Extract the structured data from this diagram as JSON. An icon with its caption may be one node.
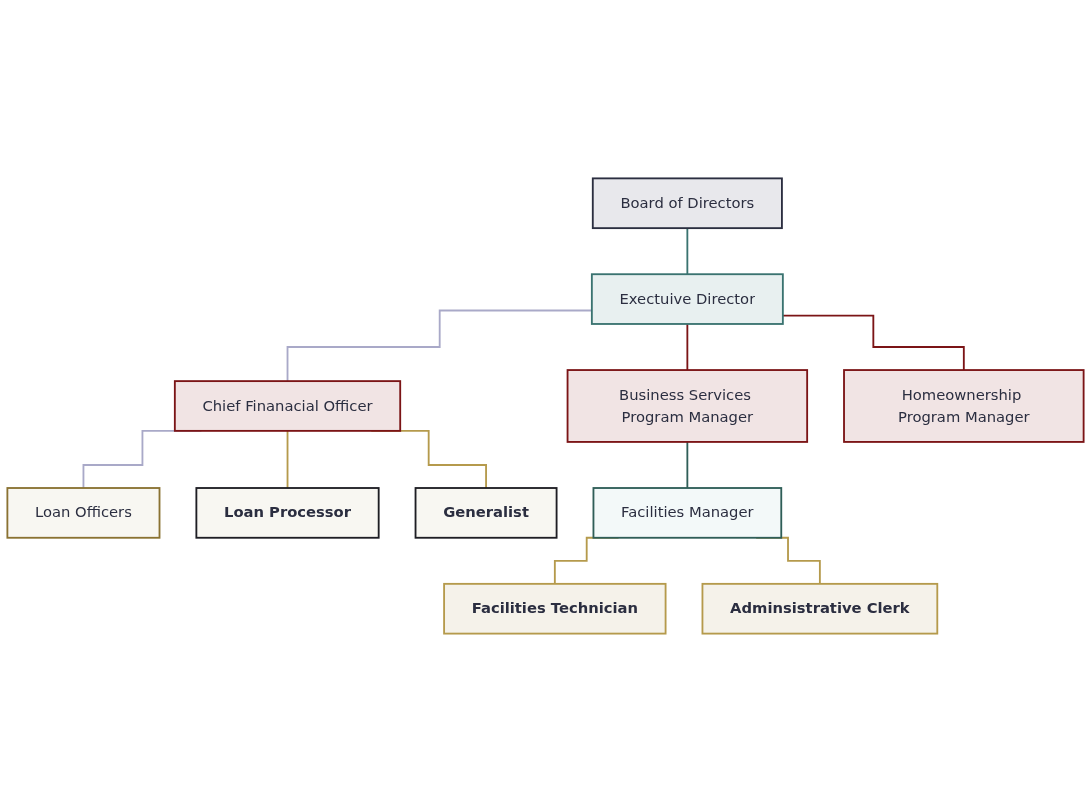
{
  "diagram": {
    "nodes": [
      {
        "text": [
          "Board of Directors"
        ]
      },
      {
        "text": [
          "Exectuive Director"
        ]
      },
      {
        "text": [
          "Chief Finanacial Officer"
        ]
      },
      {
        "text": [
          "Business Services Program Manager"
        ]
      },
      {
        "text": [
          "Homeownership Program Manager"
        ]
      },
      {
        "text": [
          "Loan Officers"
        ]
      },
      {
        "text": [
          "Loan Processor"
        ]
      },
      {
        "text": [
          "Generalist"
        ]
      },
      {
        "text": [
          "Facilities Manager"
        ]
      },
      {
        "text": [
          "Facilities Technician"
        ]
      },
      {
        "text": [
          "Adminsistrative Clerk"
        ]
      }
    ],
    "edges": [
      {
        "from": 0,
        "to": 1,
        "arrow": "none",
        "color": "#3a7370"
      },
      {
        "from": 1,
        "to": 2,
        "arrow": "none",
        "color": "#a9a9c8"
      },
      {
        "from": 1,
        "to": 3,
        "arrow": "none",
        "color": "#7b1416"
      },
      {
        "from": 1,
        "to": 4,
        "arrow": "none",
        "color": "#7b1416"
      },
      {
        "from": 2,
        "to": 5,
        "arrow": "none",
        "color": "#a9a9c8"
      },
      {
        "from": 2,
        "to": 6,
        "arrow": "none"
      },
      {
        "from": 2,
        "to": 7,
        "arrow": "none"
      },
      {
        "from": 3,
        "to": 8,
        "arrow": "none",
        "color": "#2f5e58"
      },
      {
        "from": 8,
        "to": 9,
        "arrow": "none"
      },
      {
        "from": 8,
        "to": 10,
        "arrow": "none"
      }
    ]
  }
}
